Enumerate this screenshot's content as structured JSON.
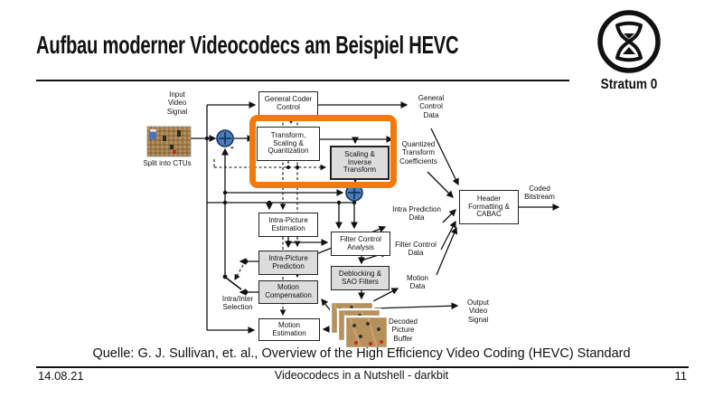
{
  "slide": {
    "title": "Aufbau moderner Videocodecs am Beispiel HEVC",
    "citation": "Quelle: G. J. Sullivan, et. al., Overview of the High Efficiency Video Coding (HEVC) Standard",
    "footer": {
      "date": "14.08.21",
      "title": "Videocodecs in a Nutshell - darkbit",
      "page": "11"
    },
    "logo": {
      "name": "Stratum 0"
    }
  },
  "diagram": {
    "boxes": {
      "general_coder_control": "General Coder\nControl",
      "transform_scaling_quantization": "Transform,\nScaling &\nQuantization",
      "scaling_inverse_transform": "Scaling &\nInverse\nTransform",
      "intra_picture_estimation": "Intra-Picture\nEstimation",
      "intra_picture_prediction": "Intra-Picture\nPrediction",
      "motion_compensation": "Motion\nCompensation",
      "motion_estimation": "Motion\nEstimation",
      "filter_control_analysis": "Filter Control\nAnalysis",
      "deblocking_sao_filters": "Deblocking &\nSAO Filters",
      "header_formatting_cabac": "Header\nFormatting &\nCABAC"
    },
    "labels": {
      "input_video_signal": "Input\nVideo\nSignal",
      "split_into_ctus": "Split into CTUs",
      "general_control_data": "General\nControl\nData",
      "quantized_transform_coefficients": "Quantized\nTransform\nCoefficients",
      "intra_prediction_data": "Intra Prediction\nData",
      "filter_control_data": "Filter Control\nData",
      "motion_data": "Motion\nData",
      "intra_inter_selection": "Intra/Inter\nSelection",
      "coded_bitstream": "Coded\nBitstream",
      "output_video_signal": "Output\nVideo\nSignal",
      "decoded_picture_buffer": "Decoded\nPicture\nBuffer",
      "minus_sign": "-"
    },
    "colors": {
      "highlight_orange": "#f4790b",
      "adder_blue": "#4a7ebb",
      "shaded_box_gray": "#dcdcdc"
    }
  }
}
